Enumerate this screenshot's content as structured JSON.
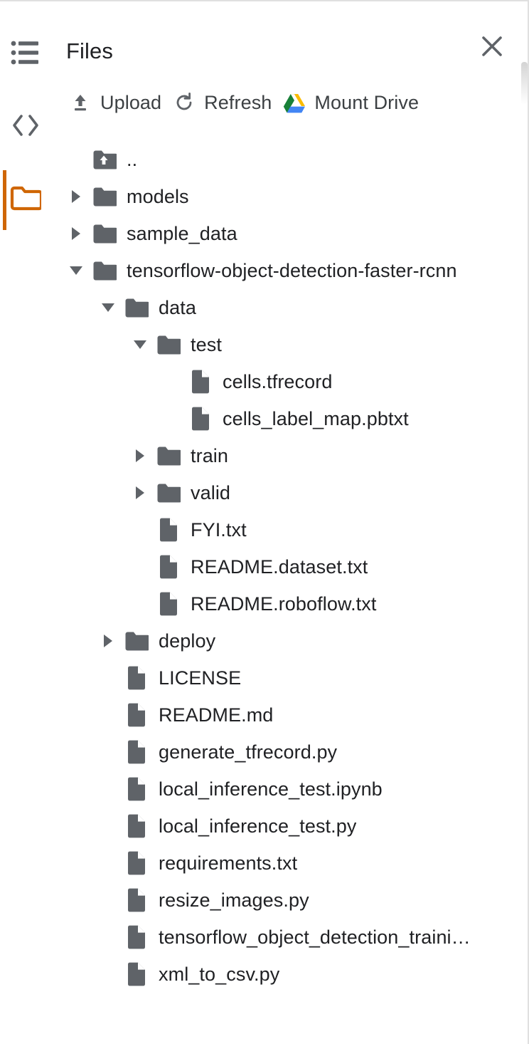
{
  "rail": {
    "items": [
      {
        "name": "table-of-contents",
        "icon": "toc-icon",
        "active": false
      },
      {
        "name": "code-snippets",
        "icon": "code-brackets-icon",
        "active": false
      },
      {
        "name": "files",
        "icon": "folder-icon",
        "active": true
      }
    ],
    "active_color": "#cf6603"
  },
  "panel": {
    "title": "Files",
    "close_label": "✕",
    "toolbar": [
      {
        "label": "Upload",
        "icon": "upload-icon"
      },
      {
        "label": "Refresh",
        "icon": "refresh-icon"
      },
      {
        "label": "Mount Drive",
        "icon": "google-drive-icon"
      }
    ]
  },
  "tree": {
    "nodes": [
      {
        "label": "..",
        "type": "parent",
        "depth": 0,
        "toggle": "none"
      },
      {
        "label": "models",
        "type": "folder",
        "depth": 0,
        "toggle": "collapsed"
      },
      {
        "label": "sample_data",
        "type": "folder",
        "depth": 0,
        "toggle": "collapsed"
      },
      {
        "label": "tensorflow-object-detection-faster-rcnn",
        "type": "folder",
        "depth": 0,
        "toggle": "expanded"
      },
      {
        "label": "data",
        "type": "folder",
        "depth": 1,
        "toggle": "expanded"
      },
      {
        "label": "test",
        "type": "folder",
        "depth": 2,
        "toggle": "expanded"
      },
      {
        "label": "cells.tfrecord",
        "type": "file",
        "depth": 3,
        "toggle": "none"
      },
      {
        "label": "cells_label_map.pbtxt",
        "type": "file",
        "depth": 3,
        "toggle": "none"
      },
      {
        "label": "train",
        "type": "folder",
        "depth": 2,
        "toggle": "collapsed"
      },
      {
        "label": "valid",
        "type": "folder",
        "depth": 2,
        "toggle": "collapsed"
      },
      {
        "label": "FYI.txt",
        "type": "file",
        "depth": 2,
        "toggle": "none"
      },
      {
        "label": "README.dataset.txt",
        "type": "file",
        "depth": 2,
        "toggle": "none"
      },
      {
        "label": "README.roboflow.txt",
        "type": "file",
        "depth": 2,
        "toggle": "none"
      },
      {
        "label": "deploy",
        "type": "folder",
        "depth": 1,
        "toggle": "collapsed"
      },
      {
        "label": "LICENSE",
        "type": "file",
        "depth": 1,
        "toggle": "none"
      },
      {
        "label": "README.md",
        "type": "file",
        "depth": 1,
        "toggle": "none"
      },
      {
        "label": "generate_tfrecord.py",
        "type": "file",
        "depth": 1,
        "toggle": "none"
      },
      {
        "label": "local_inference_test.ipynb",
        "type": "file",
        "depth": 1,
        "toggle": "none"
      },
      {
        "label": "local_inference_test.py",
        "type": "file",
        "depth": 1,
        "toggle": "none"
      },
      {
        "label": "requirements.txt",
        "type": "file",
        "depth": 1,
        "toggle": "none"
      },
      {
        "label": "resize_images.py",
        "type": "file",
        "depth": 1,
        "toggle": "none"
      },
      {
        "label": "tensorflow_object_detection_traini…",
        "type": "file",
        "depth": 1,
        "toggle": "none"
      },
      {
        "label": "xml_to_csv.py",
        "type": "file",
        "depth": 1,
        "toggle": "none"
      }
    ]
  },
  "colors": {
    "icon_gray": "#5f6368",
    "text_primary": "#202124",
    "text_secondary": "#3c4043",
    "border": "#e0e0e0",
    "drive_green": "#188038",
    "drive_yellow": "#fbbc04",
    "drive_blue": "#4285f4"
  }
}
